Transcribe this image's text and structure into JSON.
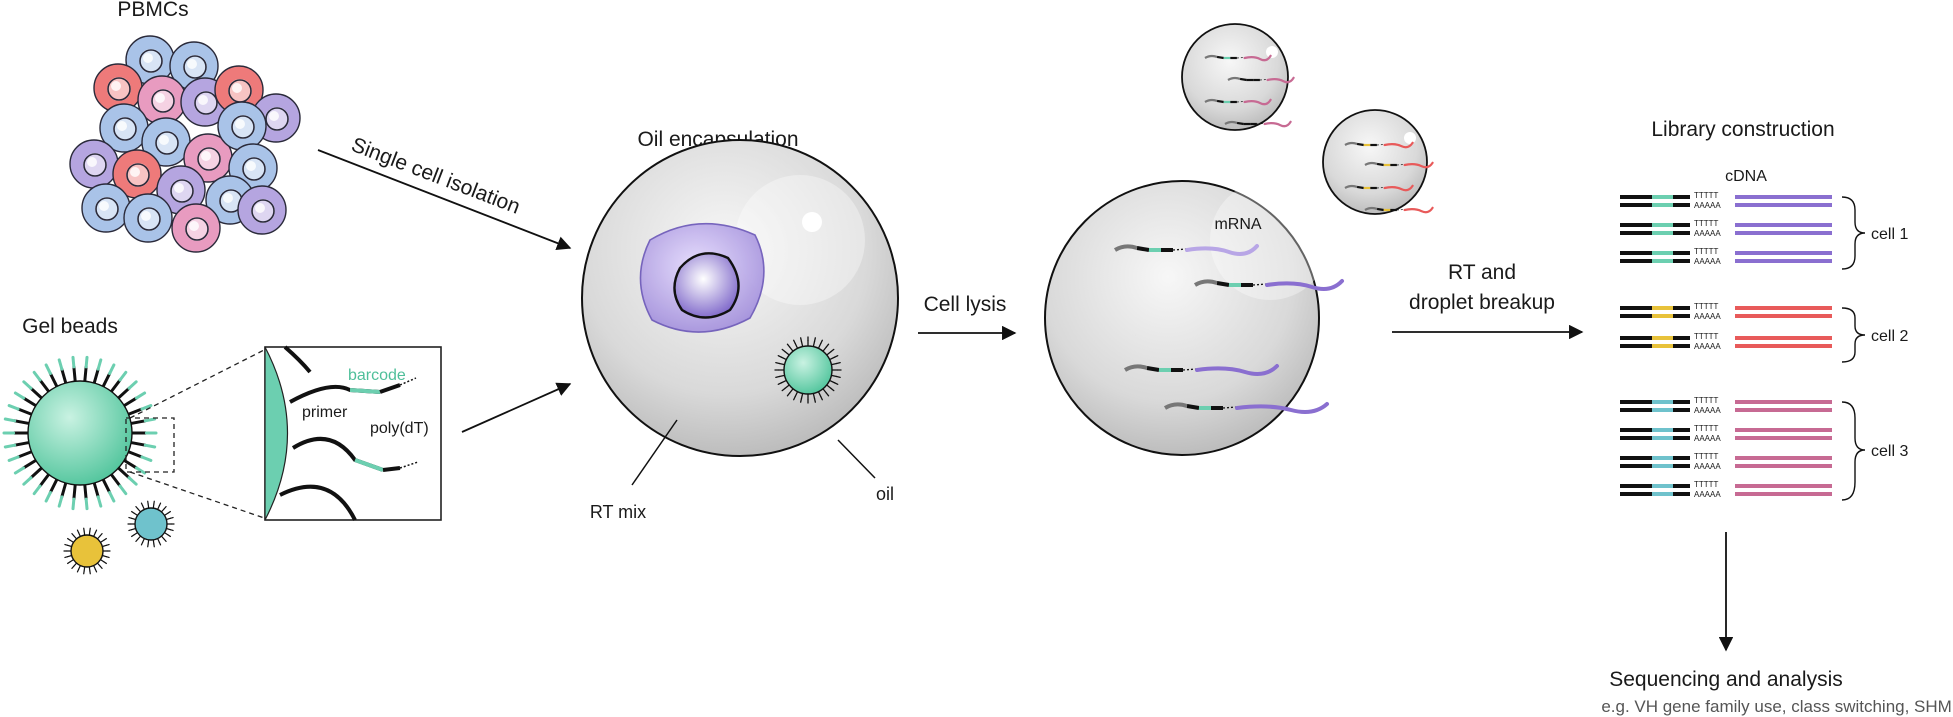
{
  "labels": {
    "pbmcs": "PBMCs",
    "gel_beads": "Gel beads",
    "single_cell_isolation": "Single cell isolation",
    "barcode": "barcode",
    "primer": "primer",
    "poly_dt": "poly(dT)",
    "oil_encapsulation": "Oil encapsulation",
    "rt_mix": "RT mix",
    "oil": "oil",
    "cell_lysis": "Cell lysis",
    "mrna": "mRNA",
    "rt_and": "RT and",
    "droplet_breakup": "droplet breakup",
    "library_construction": "Library construction",
    "cdna": "cDNA",
    "cell_1": "cell 1",
    "cell_2": "cell 2",
    "cell_3": "cell 3",
    "sequencing": "Sequencing and analysis",
    "sequencing_note": "e.g. VH gene family use, class switching, SHM, etc.",
    "tttt": "TTTTT",
    "aaaa": "AAAAA"
  },
  "colors": {
    "teal": "#6ccfb0",
    "purple": "#8a6fd0",
    "red": "#e85a5a",
    "pink": "#c76a93",
    "yellow": "#e8c23a",
    "blue": "#6fc2cc",
    "cell_blue": "#a9c3e8",
    "cell_red": "#ee7a7a",
    "cell_pink": "#e89bc0",
    "cell_purple": "#b5a5e0"
  }
}
